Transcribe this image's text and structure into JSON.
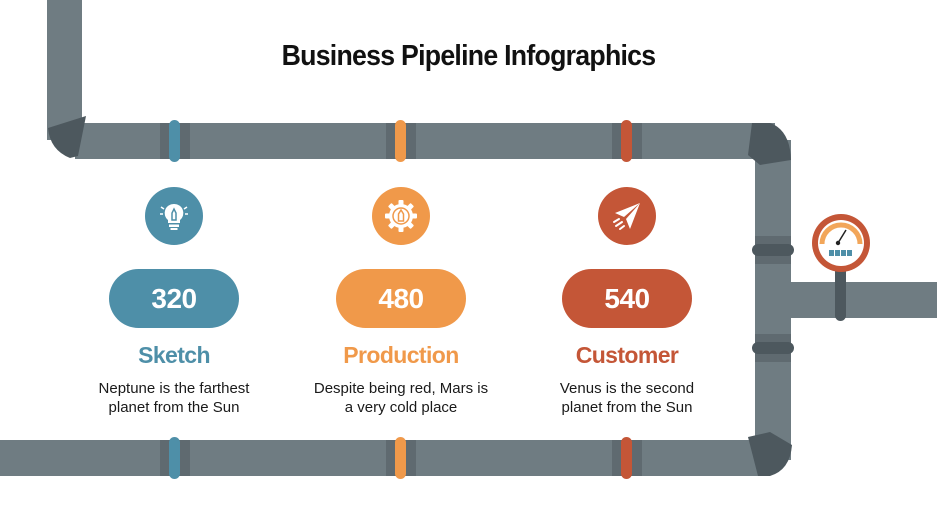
{
  "title": "Business Pipeline Infographics",
  "colors": {
    "pipe": "#6f7c82",
    "pipe_dark": "#4d585e",
    "blue": "#4e8fa8",
    "orange": "#f0994a",
    "red": "#c45637",
    "gauge_arc": "#f2a65a"
  },
  "stages": [
    {
      "icon": "lightbulb-pencil-icon",
      "value": "320",
      "label": "Sketch",
      "description_line1": "Neptune is the farthest",
      "description_line2": "planet from the Sun"
    },
    {
      "icon": "gear-pencil-icon",
      "value": "480",
      "label": "Production",
      "description_line1": "Despite being red, Mars is",
      "description_line2": "a very cold place"
    },
    {
      "icon": "paper-plane-icon",
      "value": "540",
      "label": "Customer",
      "description_line1": "Venus is the second",
      "description_line2": "planet from the Sun"
    }
  ],
  "gauge": {
    "icon": "pressure-gauge-icon"
  }
}
